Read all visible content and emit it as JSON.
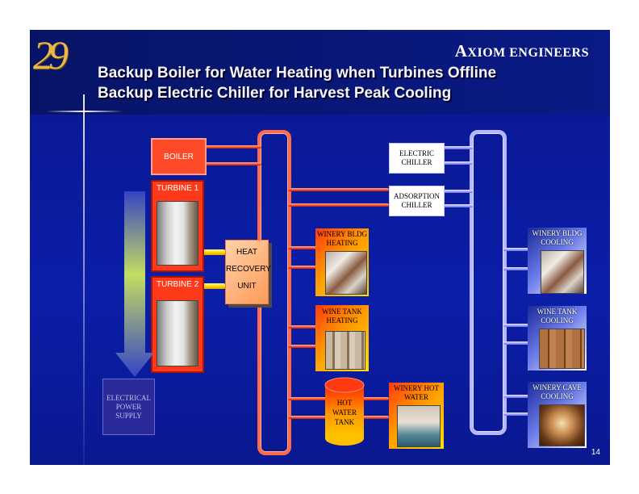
{
  "header": {
    "slide_number_logo": "29",
    "brand_first_letter": "A",
    "brand_rest": "XIOM ENGINEERS",
    "title_line1": "Backup Boiler for Water Heating when Turbines Offline",
    "title_line2": "Backup Electric Chiller for Harvest Peak Cooling"
  },
  "sources": {
    "boiler": "BOILER",
    "turbine1": "TURBINE 1",
    "turbine2": "TURBINE 2",
    "hru_line1": "HEAT",
    "hru_line2": "RECOVERY",
    "hru_line3": "UNIT",
    "eps_line1": "ELECTRICAL",
    "eps_line2": "POWER",
    "eps_line3": "SUPPLY"
  },
  "chillers": {
    "electric_line1": "ELECTRIC",
    "electric_line2": "CHILLER",
    "absorption_line1": "ADSORPTION",
    "absorption_line2": "CHILLER"
  },
  "heating_loads": {
    "winery_bldg_line1": "WINERY BLDG",
    "winery_bldg_line2": "HEATING",
    "wine_tank_line1": "WINE TANK",
    "wine_tank_line2": "HEATING",
    "hot_water_tank_line1": "HOT",
    "hot_water_tank_line2": "WATER",
    "hot_water_tank_line3": "TANK",
    "winery_hot_water_line1": "WINERY HOT",
    "winery_hot_water_line2": "WATER"
  },
  "cooling_loads": {
    "winery_bldg_line1": "WINERY BLDG",
    "winery_bldg_line2": "COOLING",
    "wine_tank_line1": "WINE TANK",
    "wine_tank_line2": "COOLING",
    "winery_cave_line1": "WINERY CAVE",
    "winery_cave_line2": "COOLING"
  },
  "footer": {
    "page_number": "14"
  },
  "colors": {
    "background": "#0a1a9a",
    "hot_pipe": "#ff5a3a",
    "cold_pipe": "#a9a9ff",
    "electric_pipe": "#ffd800"
  }
}
